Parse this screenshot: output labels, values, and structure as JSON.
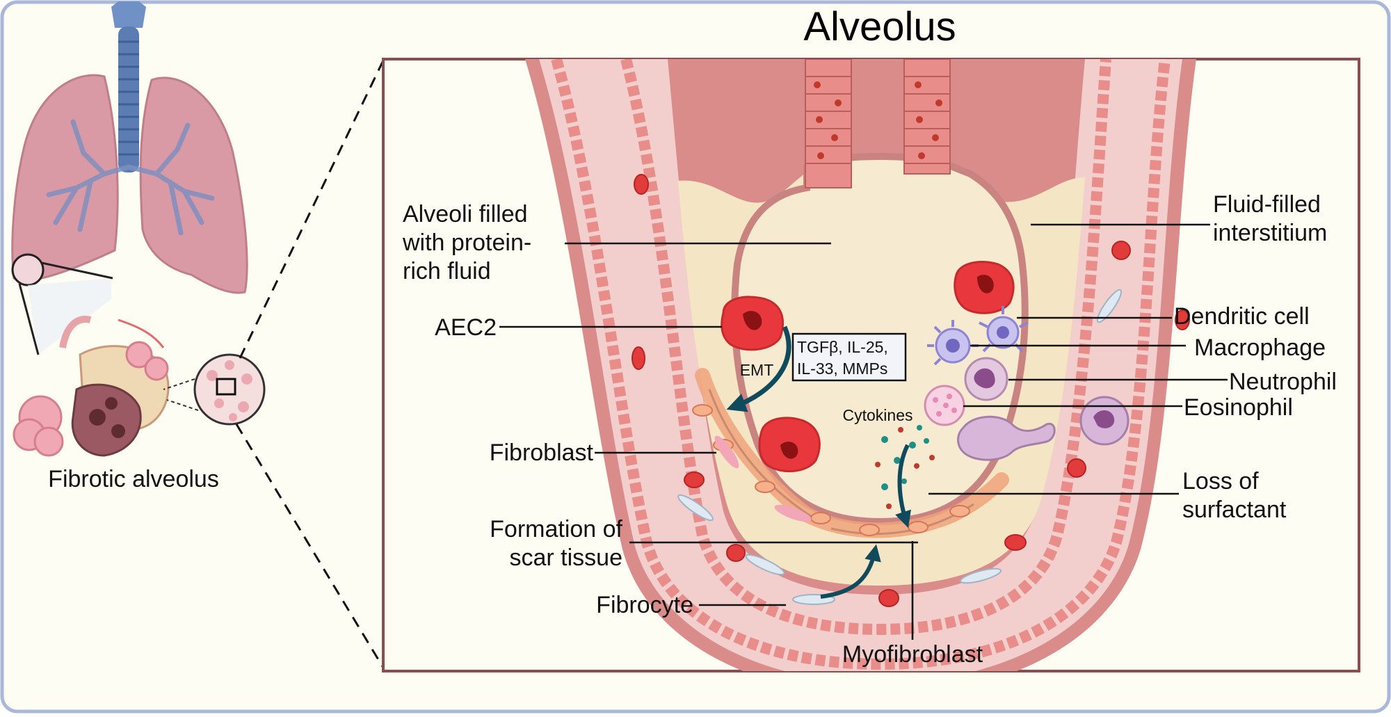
{
  "title": "Alveolus",
  "overview": {
    "caption": "Fibrotic alveolus"
  },
  "labels": {
    "fluid_alveoli": [
      "Alveoli filled",
      "with protein-",
      "rich fluid"
    ],
    "aec2": "AEC2",
    "fibroblast": "Fibroblast",
    "scar_tissue": [
      "Formation of",
      "scar tissue"
    ],
    "fibrocyte": "Fibrocyte",
    "myofibroblast": "Myofibroblast",
    "interstitium": [
      "Fluid-filled",
      "interstitium"
    ],
    "dendritic_cell": "Dendritic cell",
    "macrophage": "Macrophage",
    "neutrophil": "Neutrophil",
    "eosinophil": "Eosinophil",
    "surfactant": [
      "Loss of",
      "surfactant"
    ],
    "emt": "EMT",
    "cytokines": "Cytokines",
    "mediators": [
      "TGFβ, IL-25,",
      "IL-33, MMPs"
    ]
  },
  "colors": {
    "frame_border": "#a9b8d8",
    "canvas_bg": "#fefdf3",
    "panel_border": "#8a4e4e",
    "fluid": "#f4e5c4",
    "tissue_wall": "#d98c8a",
    "tissue_light": "#f2cfcc",
    "epithelium": "#e88d8a",
    "red_cell": "#e23b3b",
    "arrow_teal": "#0f4b5c",
    "trachea_blue": "#5b7db3",
    "lung_pink": "#d99aa5"
  }
}
